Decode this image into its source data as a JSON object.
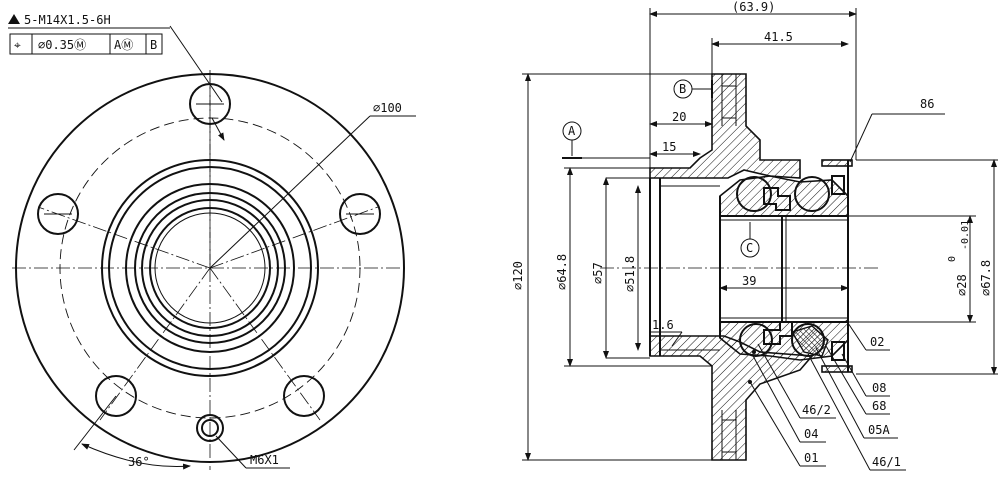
{
  "thread_spec": "5-M14X1.5-6H",
  "tolerance_frame": {
    "symbol": "⌖",
    "diameter_value": "∅0.35Ⓜ",
    "datum_primary": "AⓂ",
    "datum_secondary": "B"
  },
  "front_view": {
    "pcd_diameter": "∅100",
    "angle": "36°",
    "small_thread": "M6X1"
  },
  "datums": {
    "a": "A",
    "b": "B",
    "c": "C"
  },
  "dimensions": {
    "width_total": "(63.9)",
    "width_inner": "41.5",
    "offset_20": "20",
    "offset_15": "15",
    "flange_diameter": "∅120",
    "pilot_diameter": "∅64.8",
    "bore_57": "∅57",
    "bore_51_8": "∅51.8",
    "chamfer": "1.6",
    "bearing_width": "39",
    "inner_bore": "∅28",
    "inner_bore_tol_upper": "0",
    "inner_bore_tol_lower": "-0.01",
    "outer_67_8": "∅67.8"
  },
  "part_numbers": [
    "86",
    "02",
    "08",
    "68",
    "46/2",
    "05A",
    "04",
    "01",
    "46/1"
  ]
}
